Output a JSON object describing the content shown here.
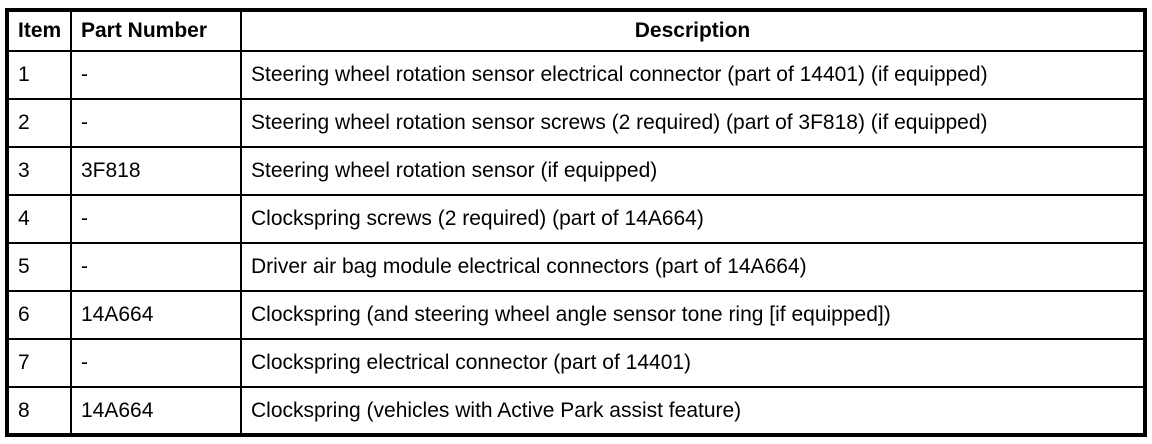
{
  "table": {
    "columns": [
      {
        "key": "item",
        "label": "Item"
      },
      {
        "key": "part_number",
        "label": "Part Number"
      },
      {
        "key": "description",
        "label": "Description"
      }
    ],
    "rows": [
      {
        "item": "1",
        "part_number": "-",
        "description": "Steering wheel rotation sensor electrical connector (part of 14401) (if equipped)"
      },
      {
        "item": "2",
        "part_number": "-",
        "description": "Steering wheel rotation sensor screws (2 required) (part of 3F818) (if equipped)"
      },
      {
        "item": "3",
        "part_number": "3F818",
        "description": "Steering wheel rotation sensor (if equipped)"
      },
      {
        "item": "4",
        "part_number": "-",
        "description": "Clockspring screws (2 required) (part of 14A664)"
      },
      {
        "item": "5",
        "part_number": "-",
        "description": "Driver air bag module electrical connectors (part of 14A664)"
      },
      {
        "item": "6",
        "part_number": "14A664",
        "description": "Clockspring (and steering wheel angle sensor tone ring [if equipped])"
      },
      {
        "item": "7",
        "part_number": "-",
        "description": "Clockspring electrical connector (part of 14401)"
      },
      {
        "item": "8",
        "part_number": "14A664",
        "description": "Clockspring (vehicles with Active Park assist feature)"
      }
    ],
    "colors": {
      "border": "#000000",
      "text": "#000000",
      "background": "#ffffff"
    }
  }
}
